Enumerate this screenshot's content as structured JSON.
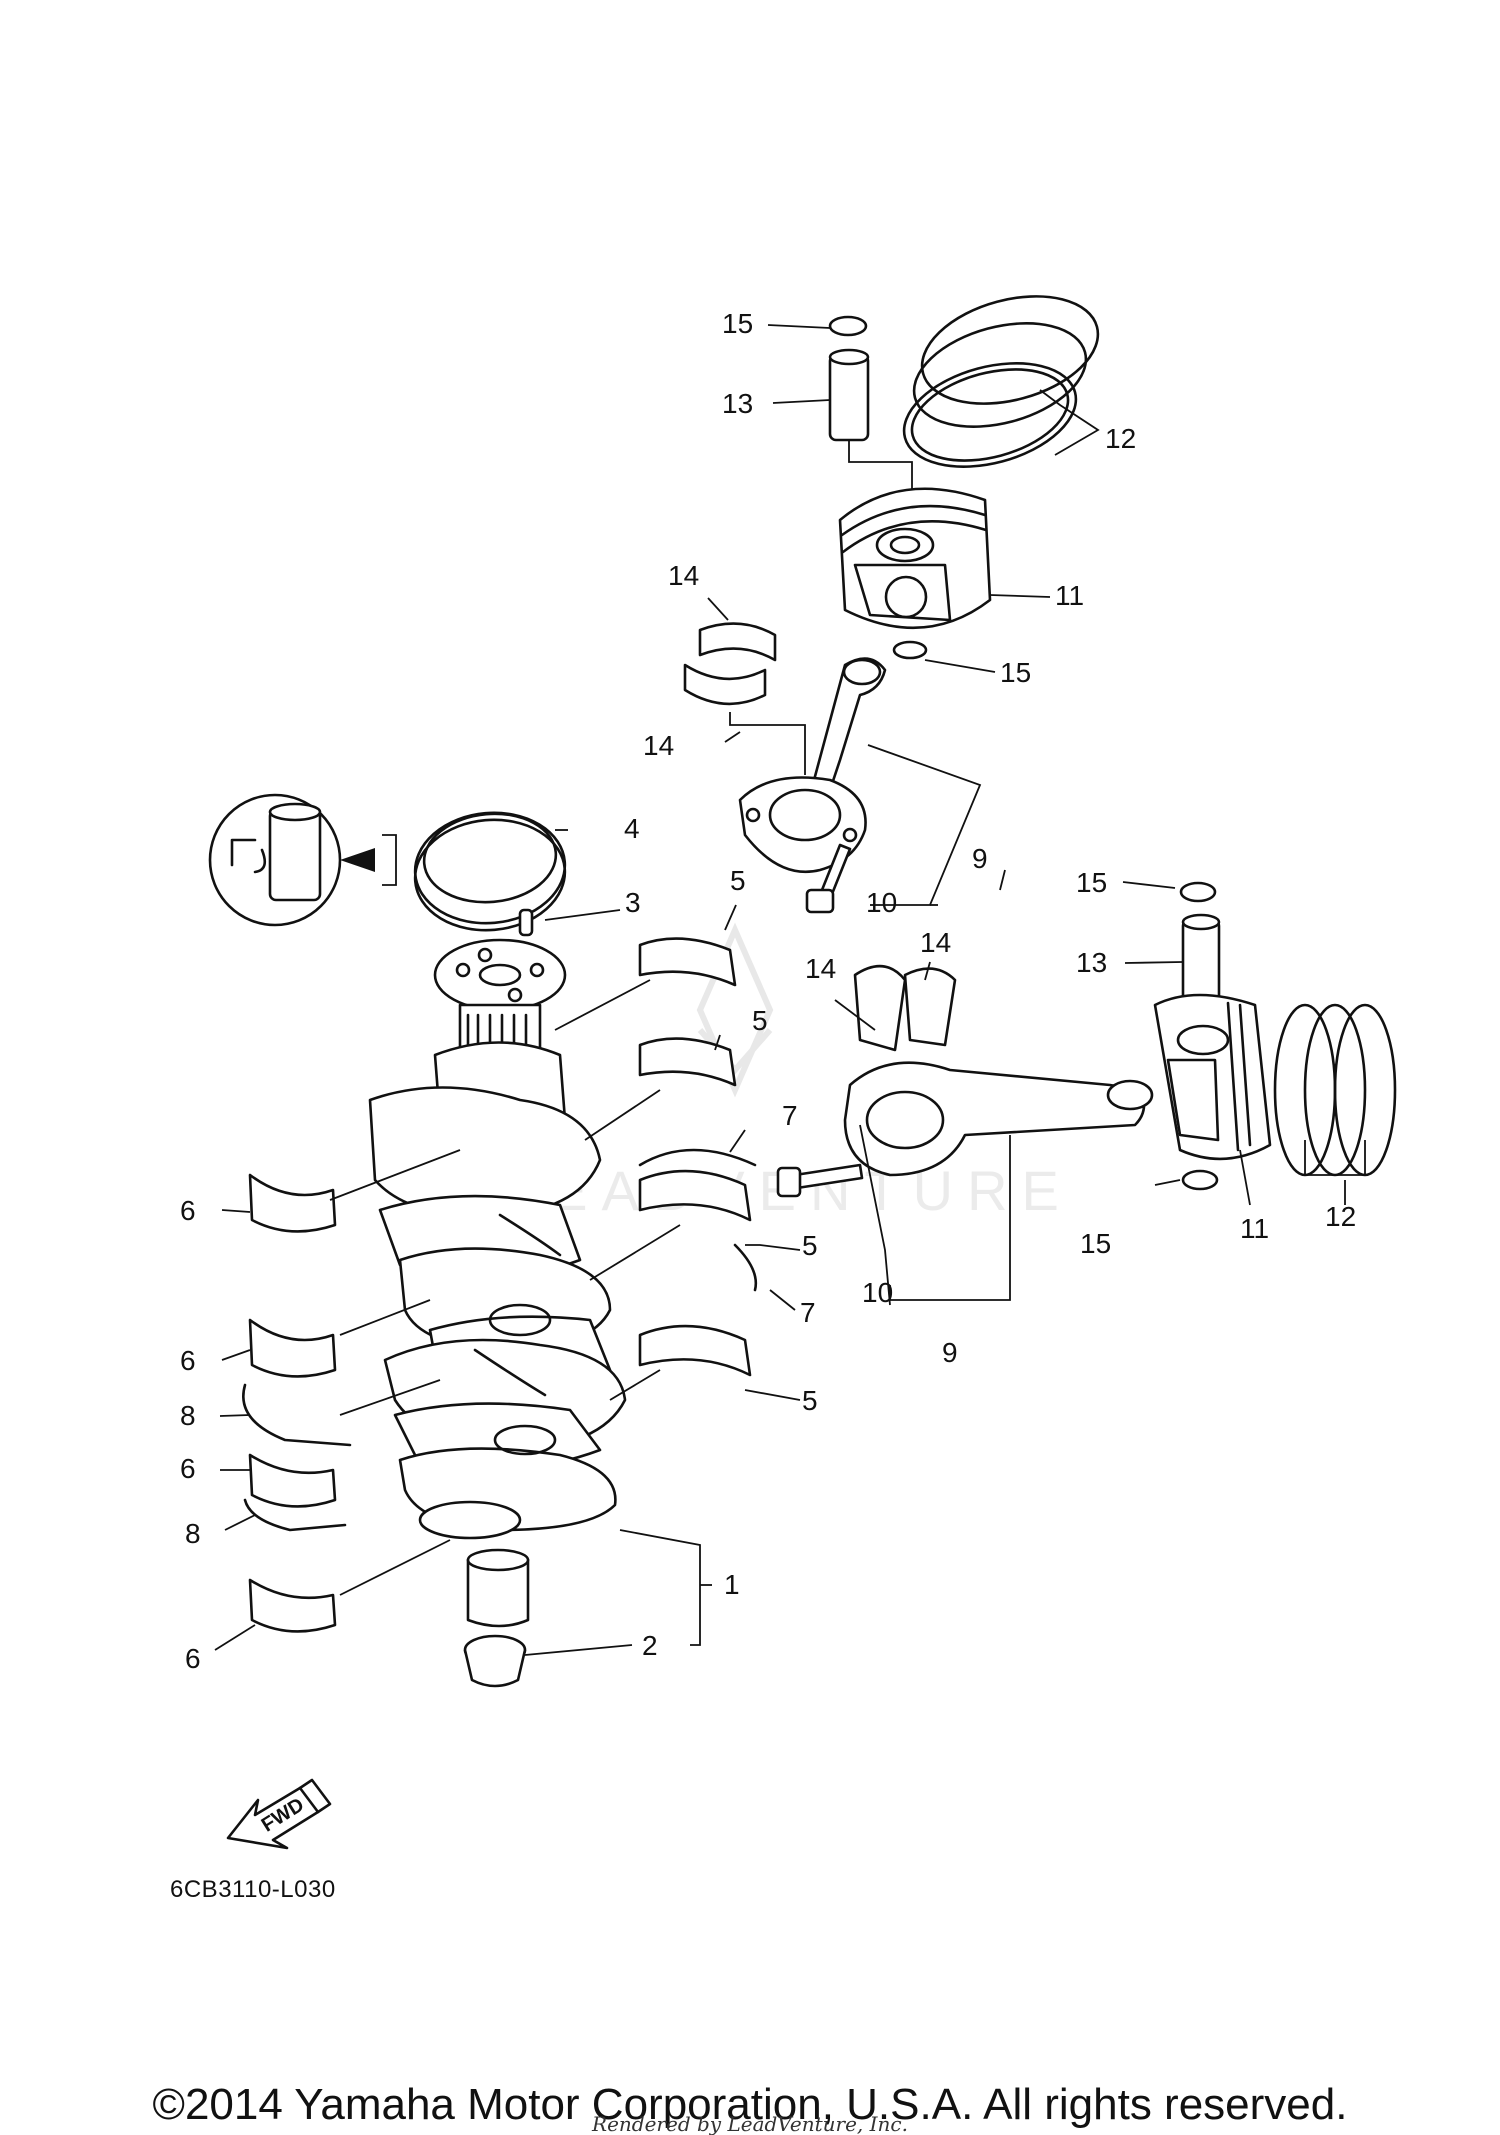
{
  "callouts": [
    {
      "id": "c1",
      "text": "1"
    },
    {
      "id": "c2",
      "text": "2"
    },
    {
      "id": "c3",
      "text": "3"
    },
    {
      "id": "c4",
      "text": "4"
    },
    {
      "id": "c5a",
      "text": "5"
    },
    {
      "id": "c5b",
      "text": "5"
    },
    {
      "id": "c5c",
      "text": "5"
    },
    {
      "id": "c5d",
      "text": "5"
    },
    {
      "id": "c6a",
      "text": "6"
    },
    {
      "id": "c6b",
      "text": "6"
    },
    {
      "id": "c6c",
      "text": "6"
    },
    {
      "id": "c6d",
      "text": "6"
    },
    {
      "id": "c7a",
      "text": "7"
    },
    {
      "id": "c7b",
      "text": "7"
    },
    {
      "id": "c8a",
      "text": "8"
    },
    {
      "id": "c8b",
      "text": "8"
    },
    {
      "id": "c9a",
      "text": "9"
    },
    {
      "id": "c9b",
      "text": "9"
    },
    {
      "id": "c10a",
      "text": "10"
    },
    {
      "id": "c10b",
      "text": "10"
    },
    {
      "id": "c11a",
      "text": "11"
    },
    {
      "id": "c11b",
      "text": "11"
    },
    {
      "id": "c12a",
      "text": "12"
    },
    {
      "id": "c12b",
      "text": "12"
    },
    {
      "id": "c13a",
      "text": "13"
    },
    {
      "id": "c13b",
      "text": "13"
    },
    {
      "id": "c14a",
      "text": "14"
    },
    {
      "id": "c14b",
      "text": "14"
    },
    {
      "id": "c14c",
      "text": "14"
    },
    {
      "id": "c14d",
      "text": "14"
    },
    {
      "id": "c15a",
      "text": "15"
    },
    {
      "id": "c15b",
      "text": "15"
    },
    {
      "id": "c15c",
      "text": "15"
    },
    {
      "id": "c15d",
      "text": "15"
    }
  ],
  "fwd_label": "FWD",
  "drawing_code": "6CB3110-L030",
  "watermark_text": "LEADVENTURE",
  "copyright": "©2014 Yamaha Motor Corporation, U.S.A. All rights reserved.",
  "rendered_by": "Rendered by LeadVenture, Inc."
}
